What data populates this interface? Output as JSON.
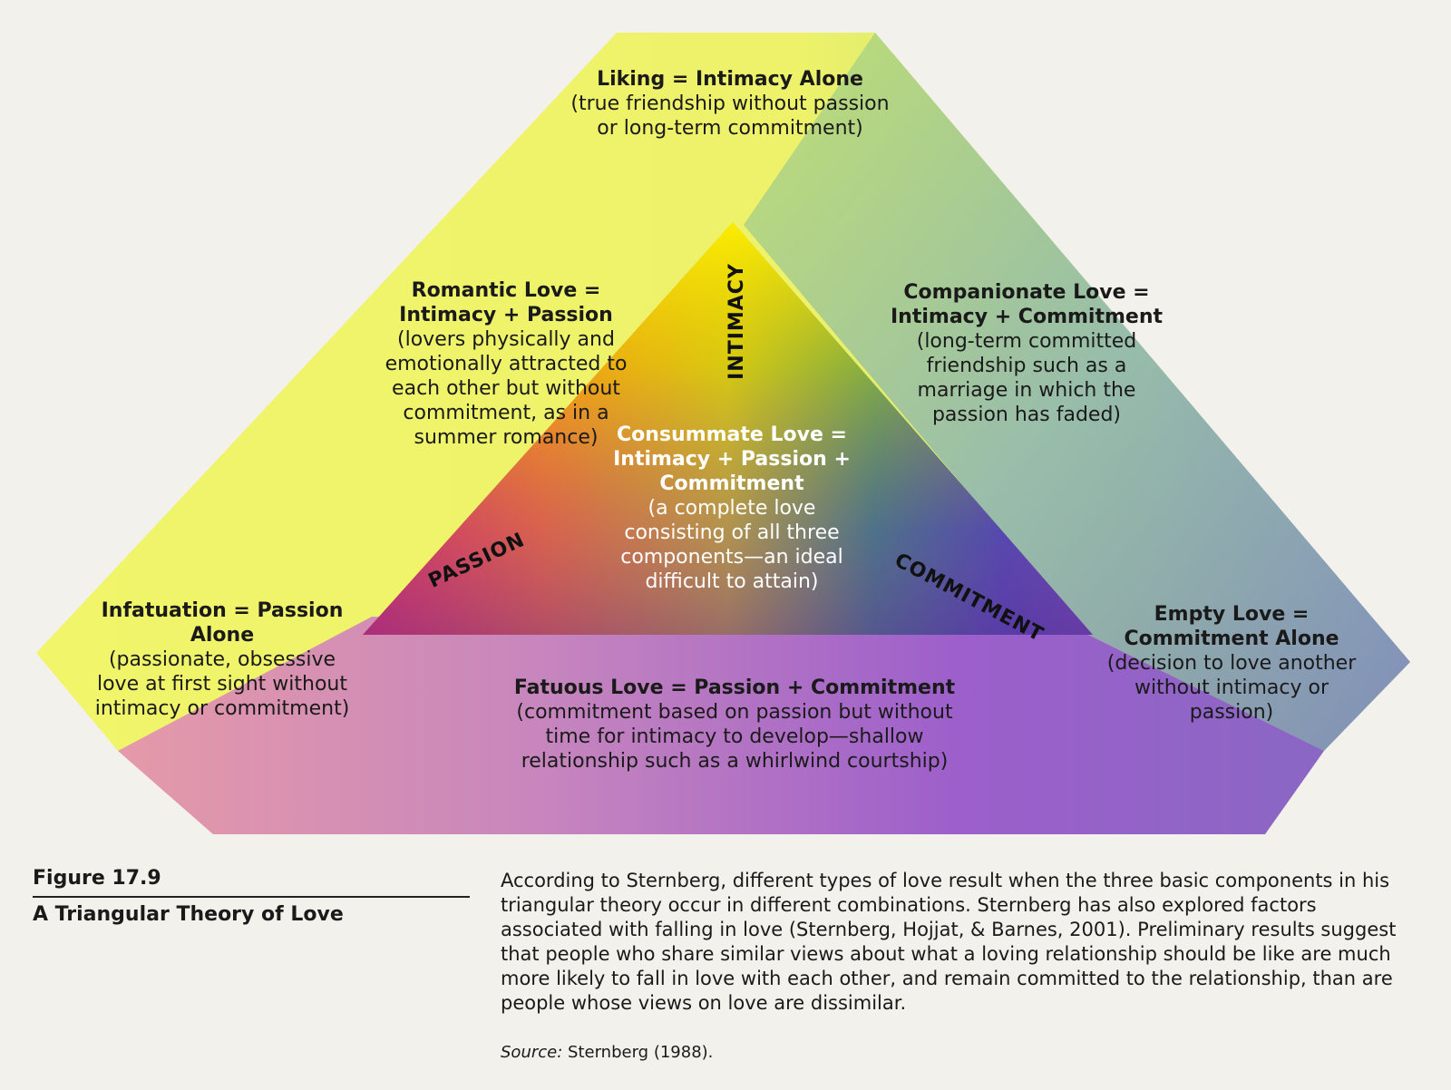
{
  "diagram": {
    "liking": {
      "title": "Liking = Intimacy Alone",
      "desc": "(true friendship without passion or long-term commitment)"
    },
    "romantic": {
      "title": "Romantic Love = Intimacy + Passion",
      "desc": "(lovers physically and emotionally attracted to each other but without commitment, as in a summer romance)"
    },
    "companionate": {
      "title": "Companionate Love = Intimacy + Commitment",
      "desc": "(long-term committed friendship such as a marriage in which the passion has faded)"
    },
    "consummate": {
      "title": "Consummate Love = Intimacy + Passion + Commitment",
      "desc": "(a complete love consisting of all three components—an ideal difficult to attain)"
    },
    "infatuation": {
      "title": "Infatuation = Passion Alone",
      "desc": "(passionate, obsessive love at first sight without intimacy or commitment)"
    },
    "empty": {
      "title": "Empty Love = Commitment Alone",
      "desc": "(decision to love another without intimacy or passion)"
    },
    "fatuous": {
      "title": "Fatuous Love = Passion + Commitment",
      "desc": "(commitment based on passion but without time for intimacy to develop—shallow relationship such as a whirlwind courtship)"
    },
    "axes": {
      "intimacy": "INTIMACY",
      "passion": "PASSION",
      "commitment": "COMMITMENT"
    },
    "colors": {
      "yellow": "#f2f36a",
      "pink": "#e08fa6",
      "purple": "#9a58c7",
      "blue_gray": "#8ea0b8"
    }
  },
  "caption": {
    "figure": "Figure 17.9",
    "title": "A Triangular Theory of Love",
    "body": "According to Sternberg, different types of love result when the three basic components in his triangular theory occur in different combinations. Sternberg has also explored factors associated with falling in love (Sternberg, Hojjat, & Barnes, 2001). Preliminary results suggest that people who share similar views about what a loving relationship should be like are much more likely to fall in love with each other, and remain committed to the relationship, than are people whose views on love are dissimilar.",
    "source_label": "Source:",
    "source": "Sternberg (1988)."
  }
}
